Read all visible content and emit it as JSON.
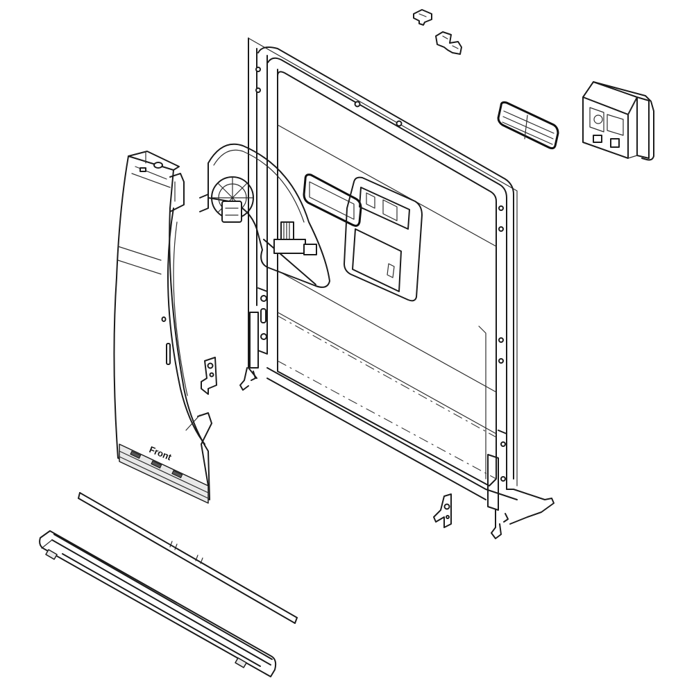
{
  "diagram": {
    "type": "exploded-parts-diagram",
    "subject": "dishwasher door assembly",
    "background": "#ffffff",
    "line_color": "#1a1a1a",
    "parts": [
      {
        "id": "inner-door-panel",
        "name": "inner door panel"
      },
      {
        "id": "outer-side-panel",
        "name": "outer side panel",
        "label": "Front"
      },
      {
        "id": "vent-fan-assembly",
        "name": "vent fan / dryer duct assembly"
      },
      {
        "id": "dispenser-gasket",
        "name": "dispenser gasket"
      },
      {
        "id": "detergent-dispenser",
        "name": "detergent dispenser"
      },
      {
        "id": "vent-grille",
        "name": "vent grille"
      },
      {
        "id": "control-module",
        "name": "electronic control module"
      },
      {
        "id": "door-latch",
        "name": "door latch"
      },
      {
        "id": "latch-clip",
        "name": "latch clip"
      },
      {
        "id": "left-hinge-bracket",
        "name": "left hinge bracket"
      },
      {
        "id": "right-hinge-bracket",
        "name": "right hinge bracket"
      },
      {
        "id": "door-gasket-strip",
        "name": "door gasket strip"
      },
      {
        "id": "bottom-door-trim",
        "name": "bottom door trim"
      }
    ]
  }
}
